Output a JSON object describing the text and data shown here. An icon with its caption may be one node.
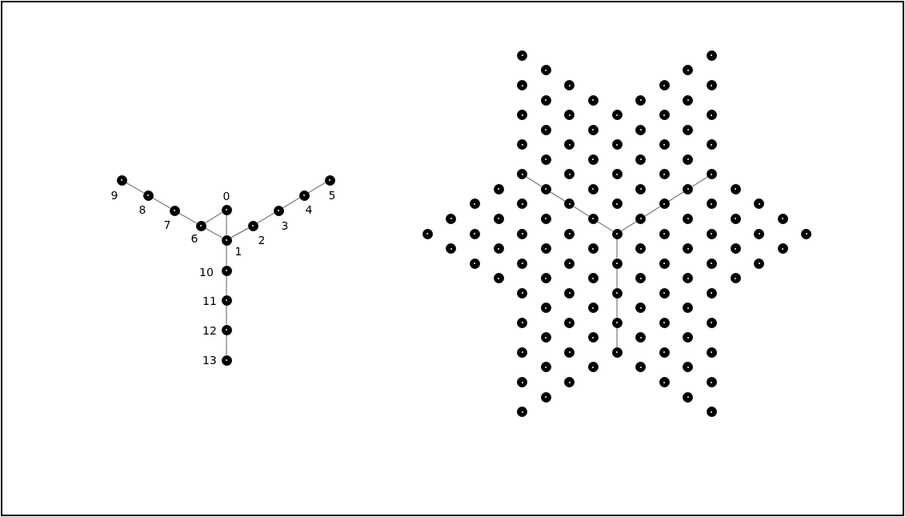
{
  "diagram": {
    "nodes": [
      {
        "text": [],
        "shape": "circle",
        "beside": [
          "0"
        ]
      },
      {
        "text": [],
        "shape": "circle",
        "beside": [
          "1"
        ]
      },
      {
        "text": [],
        "shape": "circle",
        "beside": [
          "2"
        ]
      },
      {
        "text": [],
        "shape": "circle",
        "beside": [
          "3"
        ]
      },
      {
        "text": [],
        "shape": "circle",
        "beside": [
          "4"
        ]
      },
      {
        "text": [],
        "shape": "circle",
        "beside": [
          "5"
        ]
      },
      {
        "text": [],
        "shape": "circle",
        "beside": [
          "6"
        ]
      },
      {
        "text": [],
        "shape": "circle",
        "beside": [
          "7"
        ]
      },
      {
        "text": [],
        "shape": "circle",
        "beside": [
          "8"
        ]
      },
      {
        "text": [],
        "shape": "circle",
        "beside": [
          "9"
        ]
      },
      {
        "text": [],
        "shape": "circle",
        "beside": [
          "10"
        ]
      },
      {
        "text": [],
        "shape": "circle",
        "beside": [
          "11"
        ]
      },
      {
        "text": [],
        "shape": "circle",
        "beside": [
          "12"
        ]
      },
      {
        "text": [],
        "shape": "circle",
        "beside": [
          "13"
        ]
      },
      {
        "text": [],
        "shape": "circle"
      },
      {
        "text": [],
        "shape": "circle"
      },
      {
        "text": [],
        "shape": "circle"
      },
      {
        "text": [],
        "shape": "circle"
      },
      {
        "text": [],
        "shape": "circle"
      },
      {
        "text": [],
        "shape": "circle"
      },
      {
        "text": [],
        "shape": "circle"
      },
      {
        "text": [],
        "shape": "circle"
      },
      {
        "text": [],
        "shape": "circle"
      },
      {
        "text": [],
        "shape": "circle"
      },
      {
        "text": [],
        "shape": "circle"
      },
      {
        "text": [],
        "shape": "circle"
      },
      {
        "text": [],
        "shape": "circle"
      },
      {
        "text": [],
        "shape": "circle"
      },
      {
        "text": [],
        "shape": "circle"
      },
      {
        "text": [],
        "shape": "circle"
      },
      {
        "text": [],
        "shape": "circle"
      },
      {
        "text": [],
        "shape": "circle"
      },
      {
        "text": [],
        "shape": "circle"
      },
      {
        "text": [],
        "shape": "circle"
      },
      {
        "text": [],
        "shape": "circle"
      },
      {
        "text": [],
        "shape": "circle"
      },
      {
        "text": [],
        "shape": "circle"
      },
      {
        "text": [],
        "shape": "circle"
      },
      {
        "text": [],
        "shape": "circle"
      },
      {
        "text": [],
        "shape": "circle"
      },
      {
        "text": [],
        "shape": "circle"
      },
      {
        "text": [],
        "shape": "circle"
      },
      {
        "text": [],
        "shape": "circle"
      },
      {
        "text": [],
        "shape": "circle"
      },
      {
        "text": [],
        "shape": "circle"
      },
      {
        "text": [],
        "shape": "circle"
      },
      {
        "text": [],
        "shape": "circle"
      },
      {
        "text": [],
        "shape": "circle"
      },
      {
        "text": [],
        "shape": "circle"
      },
      {
        "text": [],
        "shape": "circle"
      },
      {
        "text": [],
        "shape": "circle"
      },
      {
        "text": [],
        "shape": "circle"
      },
      {
        "text": [],
        "shape": "circle"
      },
      {
        "text": [],
        "shape": "circle"
      },
      {
        "text": [],
        "shape": "circle"
      },
      {
        "text": [],
        "shape": "circle"
      },
      {
        "text": [],
        "shape": "circle"
      },
      {
        "text": [],
        "shape": "circle"
      },
      {
        "text": [],
        "shape": "circle"
      },
      {
        "text": [],
        "shape": "circle"
      },
      {
        "text": [],
        "shape": "circle"
      },
      {
        "text": [],
        "shape": "circle"
      },
      {
        "text": [],
        "shape": "circle"
      },
      {
        "text": [],
        "shape": "circle"
      },
      {
        "text": [],
        "shape": "circle"
      },
      {
        "text": [],
        "shape": "circle"
      },
      {
        "text": [],
        "shape": "circle"
      },
      {
        "text": [],
        "shape": "circle"
      },
      {
        "text": [],
        "shape": "circle"
      },
      {
        "text": [],
        "shape": "circle"
      },
      {
        "text": [],
        "shape": "circle"
      },
      {
        "text": [],
        "shape": "circle"
      },
      {
        "text": [],
        "shape": "circle"
      },
      {
        "text": [],
        "shape": "circle"
      },
      {
        "text": [],
        "shape": "circle"
      },
      {
        "text": [],
        "shape": "circle"
      },
      {
        "text": [],
        "shape": "circle"
      },
      {
        "text": [],
        "shape": "circle"
      },
      {
        "text": [],
        "shape": "circle"
      },
      {
        "text": [],
        "shape": "circle"
      },
      {
        "text": [],
        "shape": "circle"
      },
      {
        "text": [],
        "shape": "circle"
      },
      {
        "text": [],
        "shape": "circle"
      },
      {
        "text": [],
        "shape": "circle"
      },
      {
        "text": [],
        "shape": "circle"
      },
      {
        "text": [],
        "shape": "circle"
      },
      {
        "text": [],
        "shape": "circle"
      },
      {
        "text": [],
        "shape": "circle"
      },
      {
        "text": [],
        "shape": "circle"
      },
      {
        "text": [],
        "shape": "circle"
      },
      {
        "text": [],
        "shape": "circle"
      },
      {
        "text": [],
        "shape": "circle"
      },
      {
        "text": [],
        "shape": "circle"
      },
      {
        "text": [],
        "shape": "circle"
      },
      {
        "text": [],
        "shape": "circle"
      },
      {
        "text": [],
        "shape": "circle"
      },
      {
        "text": [],
        "shape": "circle"
      },
      {
        "text": [],
        "shape": "circle"
      },
      {
        "text": [],
        "shape": "circle"
      },
      {
        "text": [],
        "shape": "circle"
      },
      {
        "text": [],
        "shape": "circle"
      },
      {
        "text": [],
        "shape": "circle"
      },
      {
        "text": [],
        "shape": "circle"
      },
      {
        "text": [],
        "shape": "circle"
      },
      {
        "text": [],
        "shape": "circle"
      },
      {
        "text": [],
        "shape": "circle"
      },
      {
        "text": [],
        "shape": "circle"
      },
      {
        "text": [],
        "shape": "circle"
      },
      {
        "text": [],
        "shape": "circle"
      },
      {
        "text": [],
        "shape": "circle"
      },
      {
        "text": [],
        "shape": "circle"
      },
      {
        "text": [],
        "shape": "circle"
      },
      {
        "text": [],
        "shape": "circle"
      },
      {
        "text": [],
        "shape": "circle"
      },
      {
        "text": [],
        "shape": "circle"
      },
      {
        "text": [],
        "shape": "circle"
      },
      {
        "text": [],
        "shape": "circle"
      },
      {
        "text": [],
        "shape": "circle"
      },
      {
        "text": [],
        "shape": "circle"
      },
      {
        "text": [],
        "shape": "circle"
      },
      {
        "text": [],
        "shape": "circle"
      },
      {
        "text": [],
        "shape": "circle"
      },
      {
        "text": [],
        "shape": "circle"
      },
      {
        "text": [],
        "shape": "circle"
      },
      {
        "text": [],
        "shape": "circle"
      },
      {
        "text": [],
        "shape": "circle"
      },
      {
        "text": [],
        "shape": "circle"
      },
      {
        "text": [],
        "shape": "circle"
      },
      {
        "text": [],
        "shape": "circle"
      },
      {
        "text": [],
        "shape": "circle"
      },
      {
        "text": [],
        "shape": "circle"
      },
      {
        "text": [],
        "shape": "circle"
      },
      {
        "text": [],
        "shape": "circle"
      },
      {
        "text": [],
        "shape": "circle"
      },
      {
        "text": [],
        "shape": "circle"
      }
    ],
    "edges": [
      {
        "from": 0,
        "to": 1,
        "arrow": "none"
      },
      {
        "from": 0,
        "to": 6,
        "arrow": "none"
      },
      {
        "from": 6,
        "to": 1,
        "arrow": "none"
      },
      {
        "from": 1,
        "to": 2,
        "arrow": "none"
      },
      {
        "from": 2,
        "to": 3,
        "arrow": "none"
      },
      {
        "from": 3,
        "to": 4,
        "arrow": "none"
      },
      {
        "from": 4,
        "to": 5,
        "arrow": "none"
      },
      {
        "from": 6,
        "to": 7,
        "arrow": "none"
      },
      {
        "from": 7,
        "to": 8,
        "arrow": "none"
      },
      {
        "from": 8,
        "to": 9,
        "arrow": "none"
      },
      {
        "from": 1,
        "to": 10,
        "arrow": "none"
      },
      {
        "from": 10,
        "to": 11,
        "arrow": "none"
      },
      {
        "from": 11,
        "to": 12,
        "arrow": "none"
      },
      {
        "from": 12,
        "to": 13,
        "arrow": "none"
      },
      {
        "from": 74,
        "to": 64,
        "arrow": "none"
      },
      {
        "from": 64,
        "to": 53,
        "arrow": "none"
      },
      {
        "from": 53,
        "to": 41,
        "arrow": "none"
      },
      {
        "from": 41,
        "to": 28,
        "arrow": "none"
      },
      {
        "from": 74,
        "to": 83,
        "arrow": "none"
      },
      {
        "from": 83,
        "to": 93,
        "arrow": "none"
      },
      {
        "from": 93,
        "to": 104,
        "arrow": "none"
      },
      {
        "from": 104,
        "to": 116,
        "arrow": "none"
      },
      {
        "from": 74,
        "to": 75,
        "arrow": "none"
      },
      {
        "from": 75,
        "to": 76,
        "arrow": "none"
      },
      {
        "from": 76,
        "to": 77,
        "arrow": "none"
      },
      {
        "from": 77,
        "to": 78,
        "arrow": "none"
      }
    ]
  }
}
